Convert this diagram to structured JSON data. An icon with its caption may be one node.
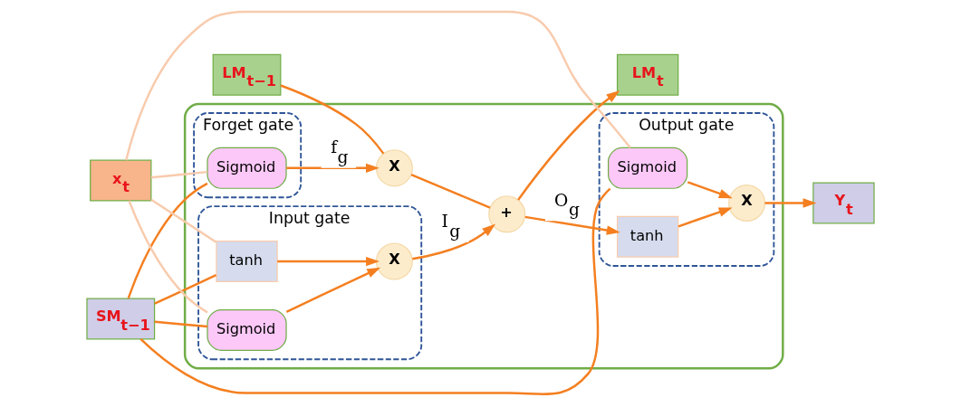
{
  "diagram": {
    "nodes": [
      {
        "text": [],
        "shape": "box"
      },
      {
        "text": [
          "LM$_{t−1}$"
        ]
      },
      {
        "text": [
          "X"
        ],
        "in": 0
      },
      {
        "text": [
          "+"
        ],
        "in": 0
      },
      {
        "text": [
          "LM$_{t}$"
        ]
      },
      {
        "text": [
          "Forget gate"
        ],
        "in": 0
      },
      {
        "text": [
          "Sigmoid"
        ],
        "in": 5
      },
      {
        "text": [
          "Input gate"
        ],
        "in": 0
      },
      {
        "text": [
          "Sigmoid"
        ],
        "in": 7
      },
      {
        "text": [
          "X"
        ],
        "in": 7
      },
      {
        "text": [
          "tanh"
        ],
        "in": 7
      },
      {
        "text": [
          "Output gate"
        ],
        "in": 0
      },
      {
        "text": [
          "tanh"
        ],
        "in": 11
      },
      {
        "text": [
          "Sigmoid"
        ],
        "in": 11
      },
      {
        "text": [
          "X"
        ],
        "in": 11
      },
      {
        "text": [
          "SM$_{t−1}$"
        ]
      },
      {
        "text": [
          "Y$_{t}$"
        ]
      },
      {
        "text": [
          "x$_{t}$"
        ]
      }
    ],
    "edges": [
      {
        "from": 1,
        "to": 2,
        "arrow": "none"
      },
      {
        "from": 2,
        "to": 3,
        "arrow": "none"
      },
      {
        "from": 3,
        "to": 4,
        "arrow": "to"
      },
      {
        "from": 6,
        "to": 2,
        "arrow": "to",
        "label": "f$_{g}$"
      },
      {
        "from": 8,
        "to": 9,
        "arrow": "to"
      },
      {
        "from": 10,
        "to": 9,
        "arrow": "to"
      },
      {
        "from": 9,
        "to": 3,
        "arrow": "to",
        "label": "I$_{g}$"
      },
      {
        "from": 3,
        "to": 12,
        "arrow": "to",
        "label": "O$_{g}$"
      },
      {
        "from": 12,
        "to": 14,
        "arrow": "to"
      },
      {
        "from": 13,
        "to": 14,
        "arrow": "to"
      },
      {
        "from": 14,
        "to": 16,
        "arrow": "to"
      },
      {
        "from": 15,
        "to": 6,
        "arrow": "none"
      },
      {
        "from": 15,
        "to": 8,
        "arrow": "none"
      },
      {
        "from": 15,
        "to": 10,
        "arrow": "none"
      },
      {
        "from": 15,
        "to": 13,
        "arrow": "none"
      },
      {
        "from": 17,
        "to": 6,
        "arrow": "none",
        "color": "#f8cbad"
      },
      {
        "from": 17,
        "to": 8,
        "arrow": "none",
        "color": "#f8cbad"
      },
      {
        "from": 17,
        "to": 10,
        "arrow": "none",
        "color": "#f8cbad"
      },
      {
        "from": 17,
        "to": 13,
        "arrow": "none",
        "color": "#f8cbad"
      }
    ]
  }
}
